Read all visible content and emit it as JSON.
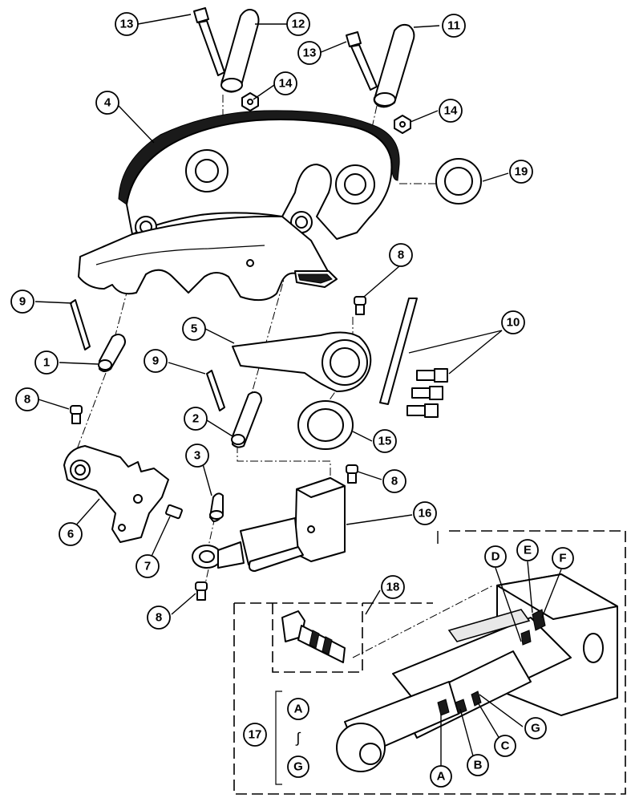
{
  "callouts": {
    "c13a": "13",
    "c12": "12",
    "c13b": "13",
    "c11": "11",
    "c14a": "14",
    "c14b": "14",
    "c4": "4",
    "c19": "19",
    "c8a": "8",
    "c9a": "9",
    "c10": "10",
    "c5": "5",
    "c1": "1",
    "c9b": "9",
    "c8b": "8",
    "c2": "2",
    "c15": "15",
    "c3": "3",
    "c8c": "8",
    "c16": "16",
    "c6": "6",
    "c7": "7",
    "c18": "18",
    "c8d": "8",
    "c17": "17"
  },
  "seal_letters": {
    "A_top": "A",
    "G_bottom": "G",
    "range_mark": "∫",
    "D": "D",
    "E": "E",
    "F": "F",
    "A": "A",
    "B": "B",
    "C": "C",
    "G": "G"
  }
}
